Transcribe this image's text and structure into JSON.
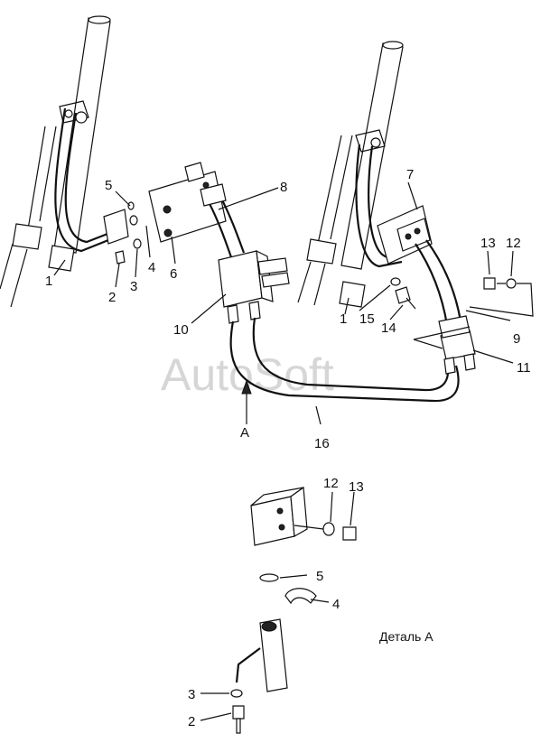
{
  "watermark": "AutoSoft",
  "detail_caption": "Деталь А",
  "view_marker": "A",
  "callouts": {
    "c1_left": "1",
    "c2_top": "2",
    "c3_top": "3",
    "c4_top": "4",
    "c5_top": "5",
    "c6": "6",
    "c7": "7",
    "c8": "8",
    "c9": "9",
    "c10": "10",
    "c11": "11",
    "c12_top": "12",
    "c13_top": "13",
    "c14": "14",
    "c15": "15",
    "c1_right": "1",
    "c16": "16",
    "c12_detail": "12",
    "c13_detail": "13",
    "c5_detail": "5",
    "c4_detail": "4",
    "c3_detail": "3",
    "c2_detail": "2"
  }
}
